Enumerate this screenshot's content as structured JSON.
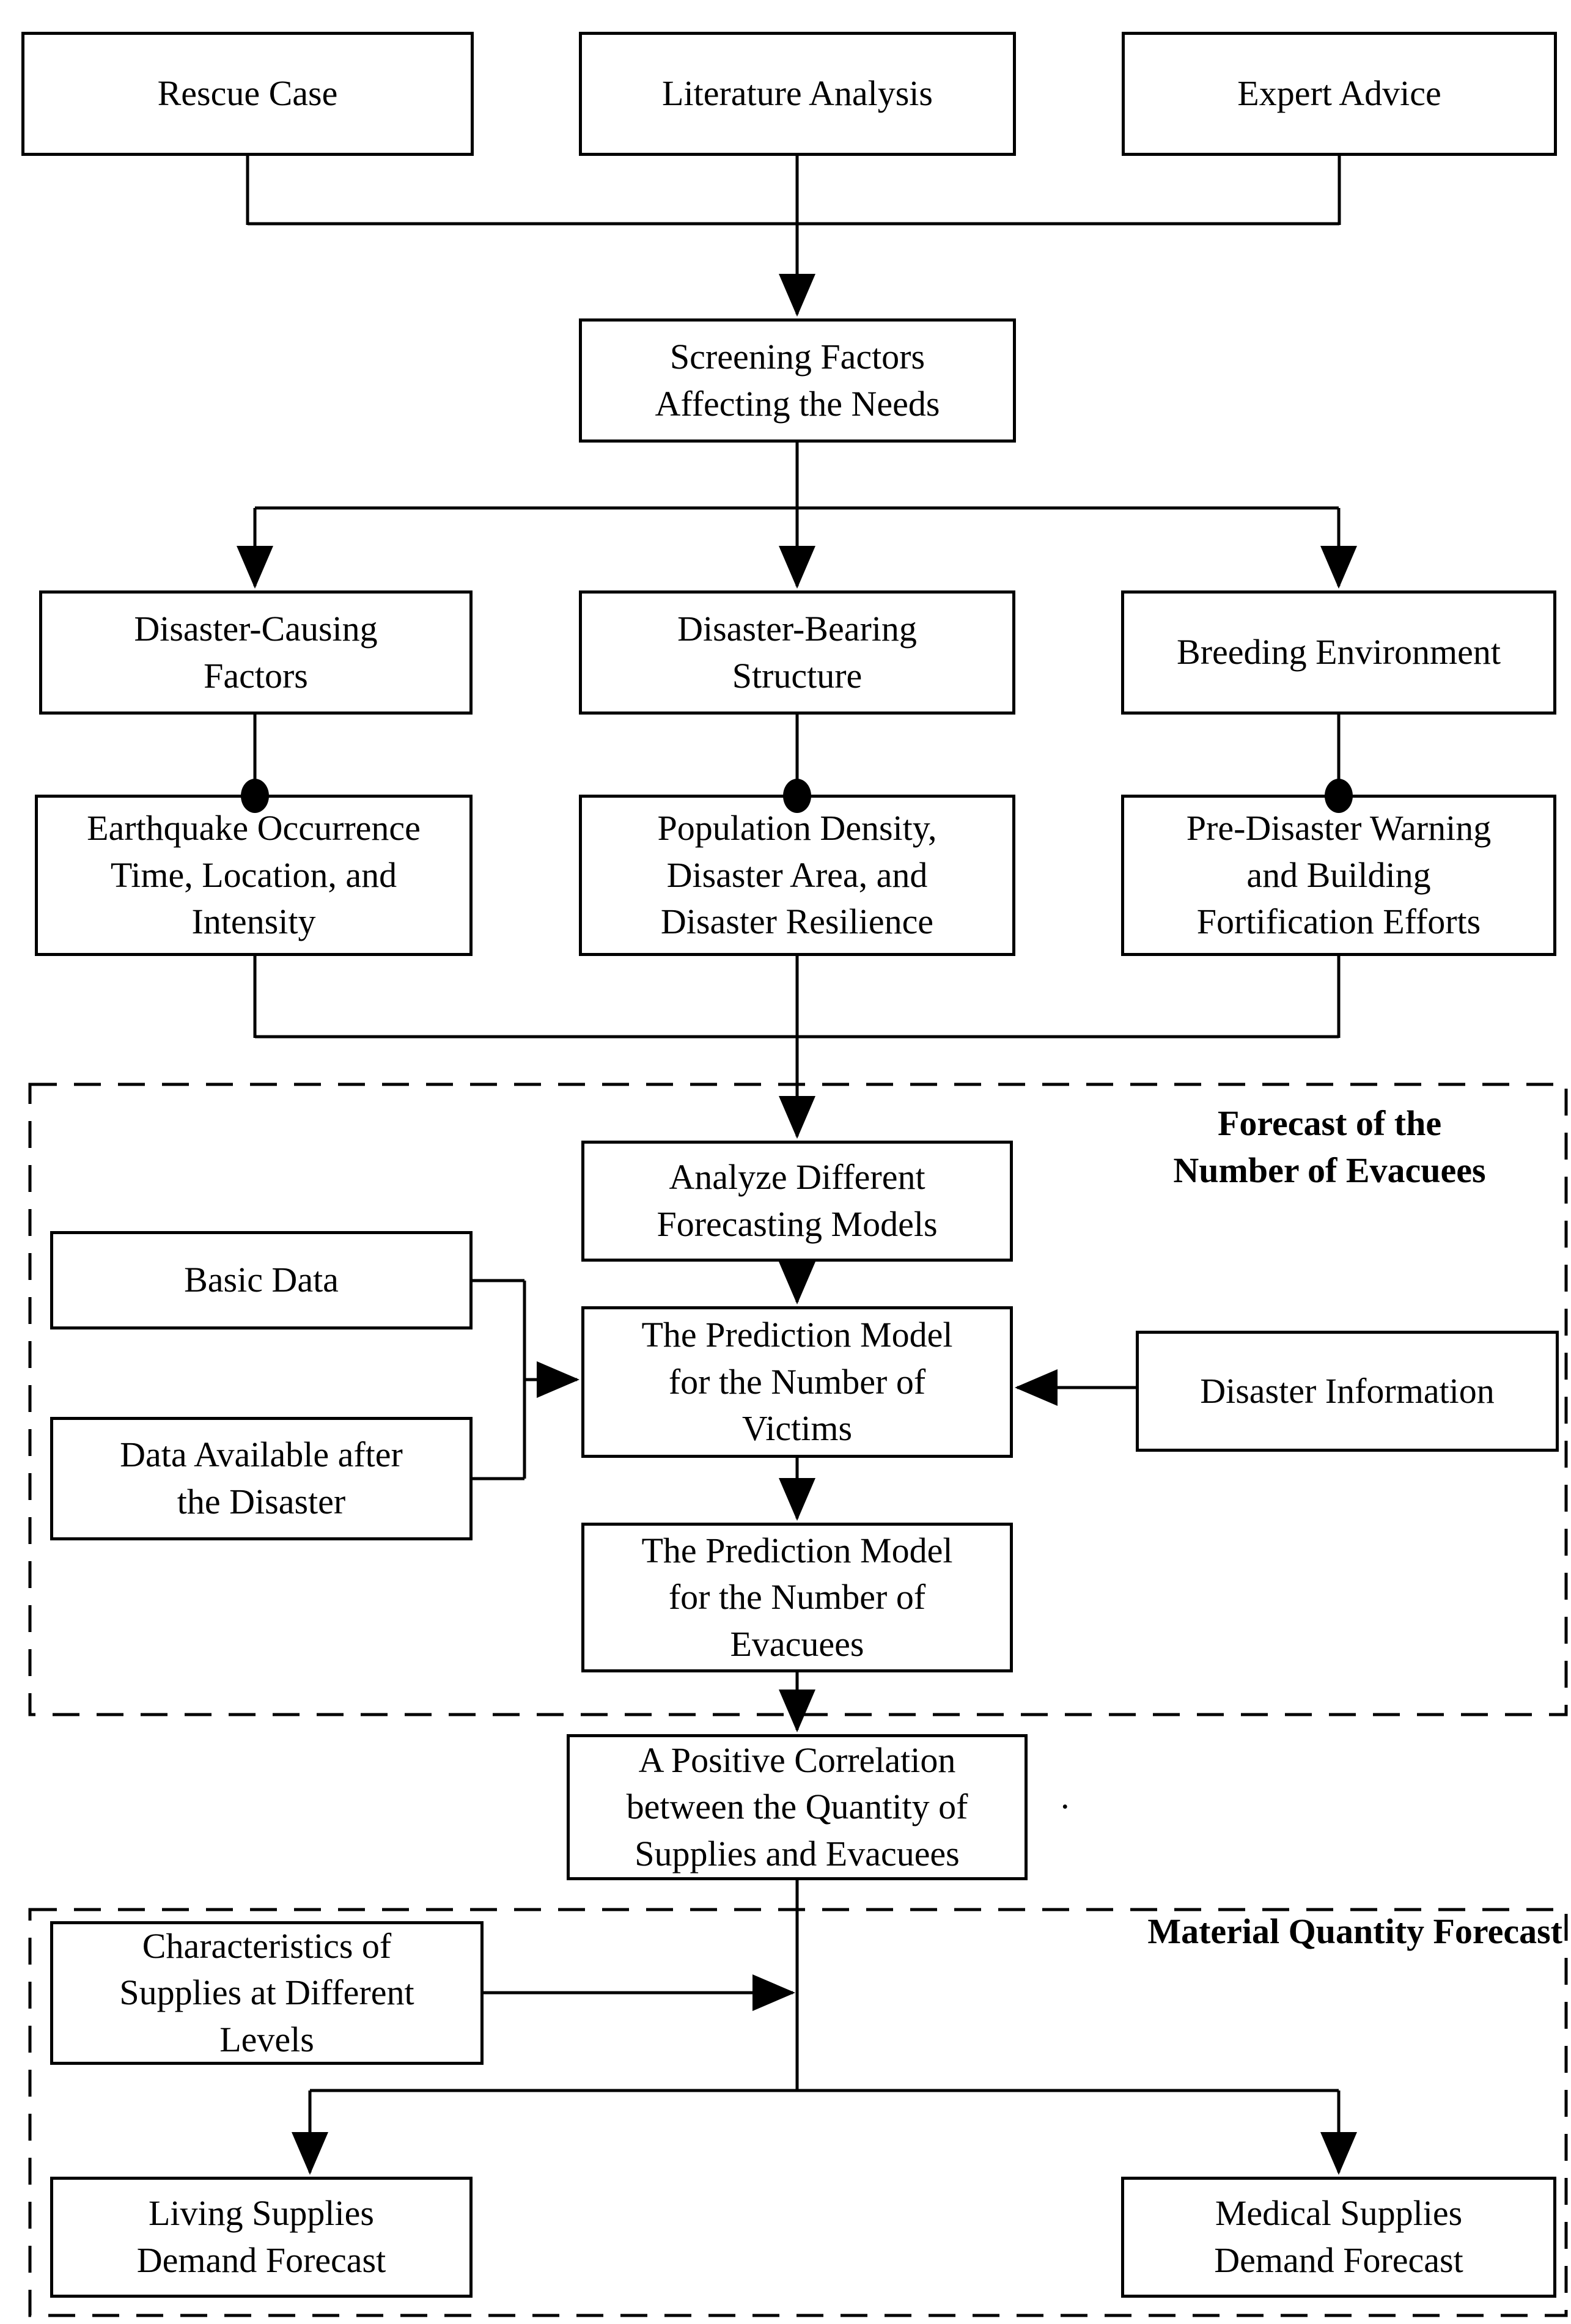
{
  "figure": {
    "background": "#ffffff",
    "line_color": "#000000",
    "nodes": {
      "rescue_case": "Rescue Case",
      "literature_analysis": "Literature Analysis",
      "expert_advice": "Expert Advice",
      "screening_factors": "Screening Factors\nAffecting the Needs",
      "disaster_causing": "Disaster-Causing\nFactors",
      "disaster_bearing": "Disaster-Bearing\nStructure",
      "breeding_environment": "Breeding Environment",
      "earthquake_occurrence": "Earthquake Occurrence\nTime, Location, and\nIntensity",
      "population_density": "Population Density,\nDisaster Area, and\nDisaster Resilience",
      "predisaster_warning": "Pre-Disaster Warning\nand Building\nFortification Efforts",
      "analyze_models": "Analyze Different\nForecasting Models",
      "basic_data": "Basic Data",
      "prediction_victims": "The Prediction Model\nfor the Number of\nVictims",
      "disaster_information": "Disaster Information",
      "data_available": "Data Available after\nthe Disaster",
      "prediction_evacuees": "The Prediction Model\nfor the Number of\nEvacuees",
      "positive_correlation": "A Positive Correlation\nbetween the Quantity of\nSupplies and Evacuees",
      "characteristics_supplies": "Characteristics of\nSupplies at Different\nLevels",
      "living_supplies": "Living Supplies\nDemand Forecast",
      "medical_supplies": "Medical Supplies\nDemand Forecast"
    },
    "region_labels": {
      "forecast_evacuees": "Forecast of the\nNumber of Evacuees",
      "material_quantity": "Material Quantity Forecast"
    },
    "stray_text": "."
  }
}
